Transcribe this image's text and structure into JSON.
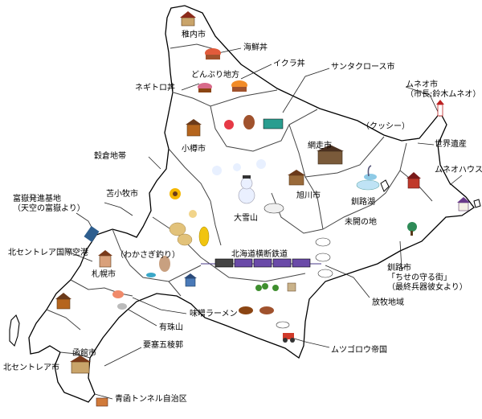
{
  "labels": {
    "wakkanai": "稚内市",
    "kaisendon": "海鮮丼",
    "donburi": "どんぶり地方",
    "ikuradon": "イクラ丼",
    "negitorodon": "ネギトロ丼",
    "santa": "サンタクロース市",
    "muneo_city": "ムネオ市\n（市長:鈴木ムネオ）",
    "otaru": "小樽市",
    "abashiri": "網走市",
    "nessie": "（クッシー）",
    "world_heritage": "世界遺産",
    "muneo_house": "ムネオハウス",
    "granary": "穀倉地帯",
    "asahikawa": "旭川市",
    "kushiro_lake": "釧路湖",
    "tomakomai": "苫小牧市",
    "daisetsu": "大雪山",
    "unexplored": "未開の地",
    "base": "富嶽発進基地\n（天空の富嶽より）",
    "smelt": "（わかさぎ釣り）",
    "railway": "北海道横断鉄道",
    "airport": "北セントレア国際空港",
    "sapporo": "札幌市",
    "kushiro": "釧路市\n「ちせの守る街」\n（最終兵器彼女より）",
    "miso": "味噌ラーメン",
    "dairy": "放牧地域",
    "usu": "有珠山",
    "goryokaku": "要塞五稜郭",
    "hakodate": "函館市",
    "mutsugoro": "ムツゴロウ帝国",
    "n_centrair_city": "北セントレア市",
    "tunnel": "青函トンネル自治区"
  },
  "colors": {
    "outline": "#000000",
    "border": "#444444",
    "leader": "#222222",
    "railway": "#4a3a8a",
    "snowman": "#eaf0ff",
    "corn": "#f1c40f",
    "sunflower": "#f5b700",
    "cow": "#333333",
    "house_roof": "#8b2a1a",
    "tree": "#3f8f2f"
  }
}
